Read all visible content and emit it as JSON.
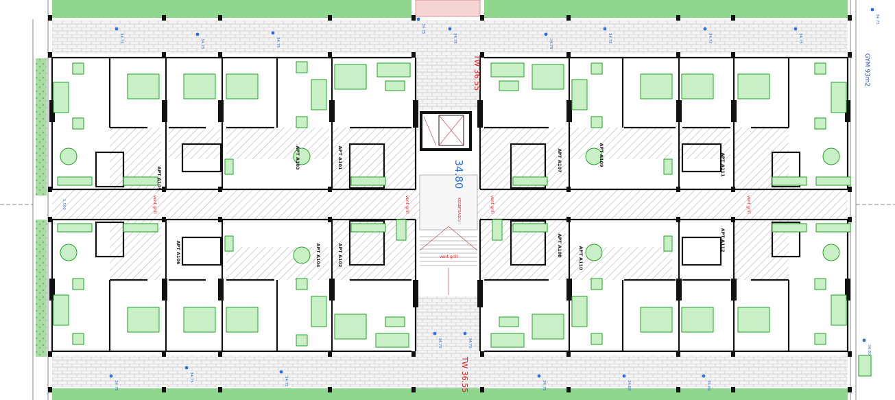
{
  "labels": {
    "apartments": [
      "APT A105",
      "APT A103",
      "APT A101",
      "APT A107",
      "APT A109",
      "APT A111",
      "APT A106",
      "APT A104",
      "APT A102",
      "APT A108",
      "APT A110",
      "APT A112"
    ],
    "vent_grills": [
      "vent grill",
      "vent grill",
      "vent grill",
      "vent grill"
    ],
    "vent_grill_stair": "vent grill",
    "stair_note": "KEGBITEAGCU",
    "lift_level": "34.80",
    "tw_top": "TW 36.55",
    "tw_bottom": "TW 36.55",
    "gym": "GYM 93m2",
    "corridor_width": "1.500",
    "spot_levels": [
      "34.75",
      "34.75",
      "34.75",
      "34.75",
      "34.75",
      "34.75",
      "34.75",
      "34.75",
      "34.75",
      "34.75",
      "34.75",
      "34.75",
      "34.75",
      "34.75",
      "34.75",
      "34.75",
      "34.80",
      "34.80",
      "34.80"
    ]
  },
  "colors": {
    "wall": "#111111",
    "furniture": "#1fa51f",
    "furniture_fill": "#c8efc6",
    "landscape": "#8fd68f",
    "level_blue": "#2a6fe0",
    "red_note": "#e02020",
    "hatch": "#9a9a9a",
    "paving": "#bdbdbd"
  }
}
